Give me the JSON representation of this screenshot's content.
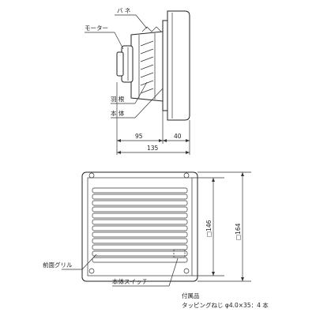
{
  "side_view": {
    "labels": {
      "spring": "バ ネ",
      "motor": "モーター",
      "blade": "羽 根",
      "body": "本 体"
    },
    "dimensions": {
      "depth_body": "95",
      "depth_front": "40",
      "depth_total": "135"
    }
  },
  "front_view": {
    "labels": {
      "front_grille": "前面グリル",
      "body_switch": "本体スイッチ"
    },
    "dimensions": {
      "inner_square": "□146",
      "outer_square": "□164"
    }
  },
  "accessories": {
    "title": "付属品",
    "detail": "タッピングねじ φ4.0×35：4 本"
  }
}
